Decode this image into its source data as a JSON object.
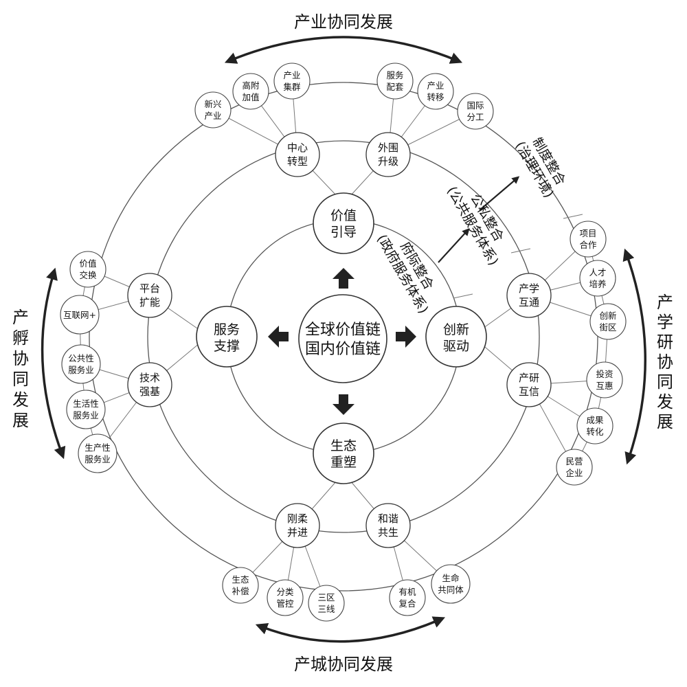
{
  "center": {
    "line1": "全球价值链",
    "line2": "国内价值链"
  },
  "pillars": [
    {
      "id": "value",
      "line1": "价值",
      "line2": "引导"
    },
    {
      "id": "service",
      "line1": "服务",
      "line2": "支撑"
    },
    {
      "id": "innovation",
      "line1": "创新",
      "line2": "驱动"
    },
    {
      "id": "ecology",
      "line1": "生态",
      "line2": "重塑"
    }
  ],
  "mid_nodes": [
    {
      "id": "center-transform",
      "line1": "中心",
      "line2": "转型"
    },
    {
      "id": "periphery-upgrade",
      "line1": "外围",
      "line2": "升级"
    },
    {
      "id": "platform-enable",
      "line1": "平台",
      "line2": "扩能"
    },
    {
      "id": "tech-base",
      "line1": "技术",
      "line2": "强基"
    },
    {
      "id": "industry-academia",
      "line1": "产学",
      "line2": "互通"
    },
    {
      "id": "industry-research",
      "line1": "产研",
      "line2": "互信"
    },
    {
      "id": "rigid-flexible",
      "line1": "刚柔",
      "line2": "并进"
    },
    {
      "id": "harmony",
      "line1": "和谐",
      "line2": "共生"
    }
  ],
  "outer_nodes": [
    {
      "id": "emerging",
      "line1": "新兴",
      "line2": "产业"
    },
    {
      "id": "high-value",
      "line1": "高附",
      "line2": "加值"
    },
    {
      "id": "cluster",
      "line1": "产业",
      "line2": "集群"
    },
    {
      "id": "service-support",
      "line1": "服务",
      "line2": "配套"
    },
    {
      "id": "transfer",
      "line1": "产业",
      "line2": "转移"
    },
    {
      "id": "intl-division",
      "line1": "国际",
      "line2": "分工"
    },
    {
      "id": "value-exchange",
      "line1": "价值",
      "line2": "交换"
    },
    {
      "id": "internet-plus",
      "line1": "互联网+",
      "line2": ""
    },
    {
      "id": "public-service",
      "line1": "公共性",
      "line2": "服务业"
    },
    {
      "id": "life-service",
      "line1": "生活性",
      "line2": "服务业"
    },
    {
      "id": "producer-service",
      "line1": "生产性",
      "line2": "服务业"
    },
    {
      "id": "project-coop",
      "line1": "项目",
      "line2": "合作"
    },
    {
      "id": "talent",
      "line1": "人才",
      "line2": "培养"
    },
    {
      "id": "innovation-district",
      "line1": "创新",
      "line2": "街区"
    },
    {
      "id": "investment",
      "line1": "投资",
      "line2": "互惠"
    },
    {
      "id": "achievement",
      "line1": "成果",
      "line2": "转化"
    },
    {
      "id": "private-enterprise",
      "line1": "民营",
      "line2": "企业"
    },
    {
      "id": "eco-compensation",
      "line1": "生态",
      "line2": "补偿"
    },
    {
      "id": "zoning",
      "line1": "分类",
      "line2": "管控"
    },
    {
      "id": "three-zones",
      "line1": "三区",
      "line2": "三线"
    },
    {
      "id": "organic",
      "line1": "有机",
      "line2": "复合"
    },
    {
      "id": "life-community",
      "line1": "生命",
      "line2": "共同体"
    }
  ],
  "side_labels": {
    "top": "产业协同发展",
    "bottom": "产城协同发展",
    "left": [
      "产",
      "孵",
      "协",
      "同",
      "发",
      "展"
    ],
    "right": [
      "产",
      "学",
      "研",
      "协",
      "同",
      "发",
      "展"
    ]
  },
  "diagonal_labels": [
    {
      "line1": "府际整合",
      "line2": "(政府服务体系)"
    },
    {
      "line1": "公私整合",
      "line2": "(公共服务体系)"
    },
    {
      "line1": "制度整合",
      "line2": "(治理环境)"
    }
  ]
}
